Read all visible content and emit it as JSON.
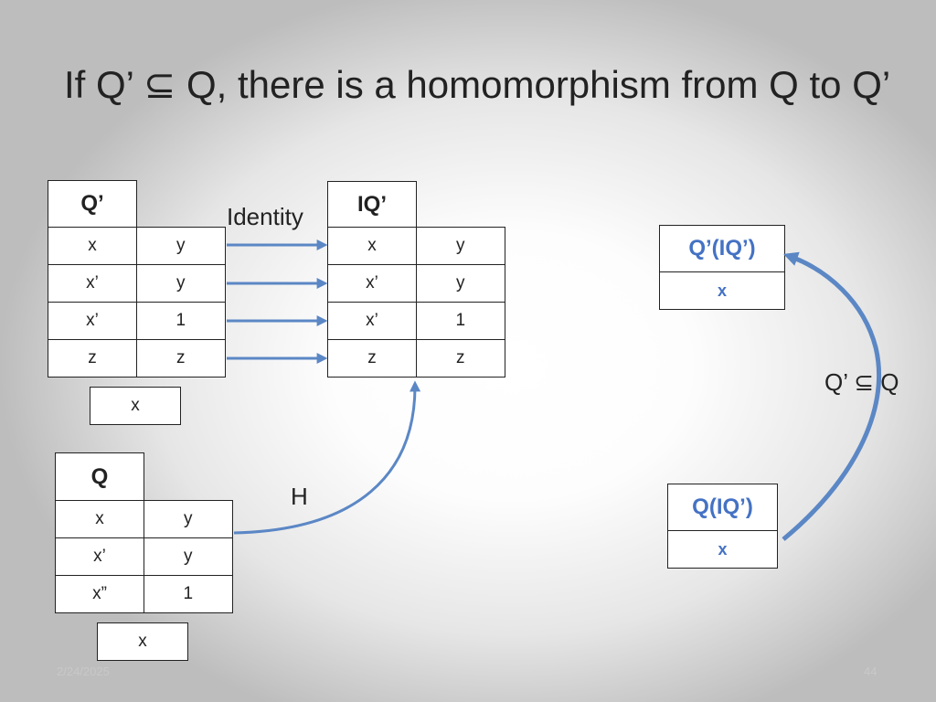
{
  "slide": {
    "title": "If Q’ ⊆ Q, there is a homomorphism from Q to Q’",
    "date": "2/24/2025",
    "page_number": "44"
  },
  "labels": {
    "identity": "Identity",
    "h": "H",
    "subset": "Q’ ⊆ Q"
  },
  "q_prime": {
    "name": "Q’",
    "rows": [
      [
        "x",
        "y"
      ],
      [
        "x’",
        "y"
      ],
      [
        "x’",
        "1"
      ],
      [
        "z",
        "z"
      ]
    ],
    "head": "x"
  },
  "iq_prime": {
    "name": "IQ’",
    "rows": [
      [
        "x",
        "y"
      ],
      [
        "x’",
        "y"
      ],
      [
        "x’",
        "1"
      ],
      [
        "z",
        "z"
      ]
    ]
  },
  "q": {
    "name": "Q",
    "rows": [
      [
        "x",
        "y"
      ],
      [
        "x’",
        "y"
      ],
      [
        "x”",
        "1"
      ]
    ],
    "head": "x"
  },
  "result_q_prime": {
    "name": "Q’(IQ’)",
    "value": "x"
  },
  "result_q": {
    "name": "Q(IQ’)",
    "value": "x"
  },
  "colors": {
    "accent": "#4472c4",
    "arrow": "#5b87c5"
  }
}
